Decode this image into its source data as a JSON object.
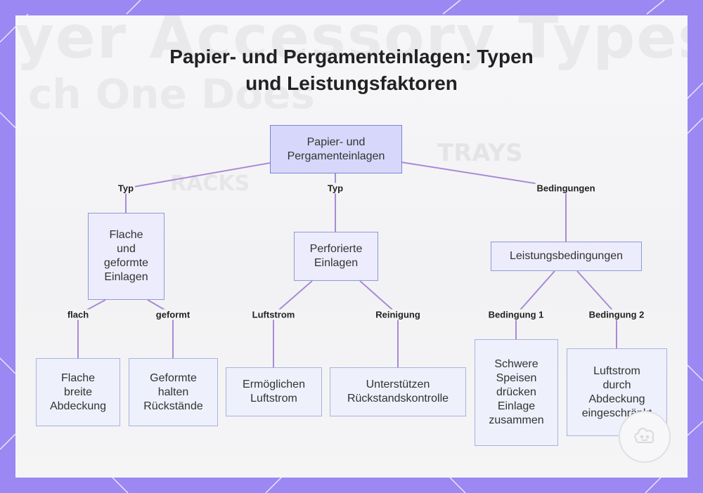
{
  "title": {
    "line1": "Papier- und Pergamenteinlagen: Typen",
    "line2": "und Leistungsfaktoren"
  },
  "colors": {
    "background": "#9b88f2",
    "card": "#f5f5f7",
    "root_fill": "#d6d7fa",
    "node_border": "#8f98d8",
    "edge": "#a98ad8"
  },
  "nodes": {
    "root": [
      "Papier- und",
      "Pergamenteinlagen"
    ],
    "flat_shaped": [
      "Flache",
      "und",
      "geformte",
      "Einlagen"
    ],
    "perforated": [
      "Perforierte",
      "Einlagen"
    ],
    "conditions": [
      "Leistungsbedingungen"
    ],
    "flat_cover": [
      "Flache",
      "breite",
      "Abdeckung"
    ],
    "shaped_hold": [
      "Geformte",
      "halten",
      "Rückstände"
    ],
    "airflow": [
      "Ermöglichen",
      "Luftstrom"
    ],
    "residue": [
      "Unterstützen",
      "Rückstandskontrolle"
    ],
    "heavy_food": [
      "Schwere",
      "Speisen",
      "drücken",
      "Einlage",
      "zusammen"
    ],
    "airflow_limited": [
      "Luftstrom",
      "durch",
      "Abdeckung",
      "eingeschränkt"
    ]
  },
  "edge_labels": {
    "root_flat": "Typ",
    "root_perf": "Typ",
    "root_cond": "Bedingungen",
    "flat_flat": "flach",
    "flat_shaped": "geformt",
    "perf_airflow": "Luftstrom",
    "perf_residue": "Reinigung",
    "cond_1": "Bedingung 1",
    "cond_2": "Bedingung 2"
  },
  "watermark": {
    "line1": "yer Accessory Types",
    "line2": "ch One Does",
    "tag1": "TRAYS",
    "tag2": "RACKS"
  },
  "logo": {
    "icon": "cloud-face-icon"
  }
}
